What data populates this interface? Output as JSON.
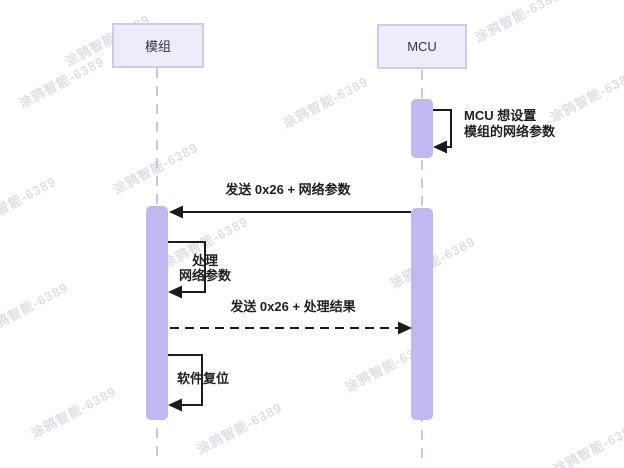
{
  "diagram_type": "sequence-diagram",
  "actors": {
    "module": "模组",
    "mcu": "MCU"
  },
  "messages": {
    "mcu_intent": {
      "kind": "self-message",
      "actor": "MCU",
      "line1": "MCU 想设置",
      "line2": "模组的网络参数"
    },
    "send_params": {
      "kind": "solid-arrow",
      "from": "MCU",
      "to": "模组",
      "label": "发送 0x26 + 网络参数"
    },
    "process": {
      "kind": "self-message",
      "actor": "模组",
      "line1": "处理",
      "line2": "网络参数"
    },
    "send_result": {
      "kind": "dashed-arrow",
      "from": "模组",
      "to": "MCU",
      "label": "发送 0x26 + 处理结果"
    },
    "soft_reset": {
      "kind": "self-message",
      "actor": "模组",
      "label": "软件复位"
    }
  },
  "watermark": {
    "text": "涂鸦智能-6389"
  },
  "colors": {
    "actor_fill": "#EFECFA",
    "actor_border": "#CFC9F0",
    "activation_fill": "#BFB8F2",
    "lifeline": "#CBC4EF",
    "line": "#1C1C1C",
    "text": "#1F1F23",
    "watermark": "#E0DEE6"
  }
}
